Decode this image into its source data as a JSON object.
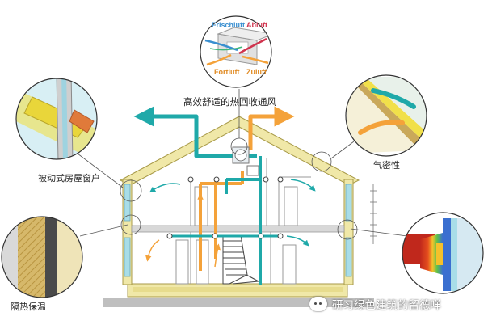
{
  "labels": {
    "hrv": "高效舒适的热回收通风",
    "window": "被动式房屋窗户",
    "airtight": "气密性",
    "insulation": "隔热保温"
  },
  "hrv_unit": {
    "fresh_air": "Frischluft",
    "exhaust_air": "Abluft",
    "outgoing_air": "Fortluft",
    "supply_air": "Zuluft"
  },
  "watermark": "研习绿色建筑的留德咩",
  "colors": {
    "wall": "#f0e8a8",
    "wall_edge": "#a89a48",
    "fresh_air": "#1fa9a9",
    "warm_air": "#f4a23a",
    "window_glass": "#a8dde8",
    "insulation_yellow": "#f1e04a",
    "callout_border": "#333333"
  },
  "icons": [
    "wechat-icon",
    "fan-icon"
  ]
}
